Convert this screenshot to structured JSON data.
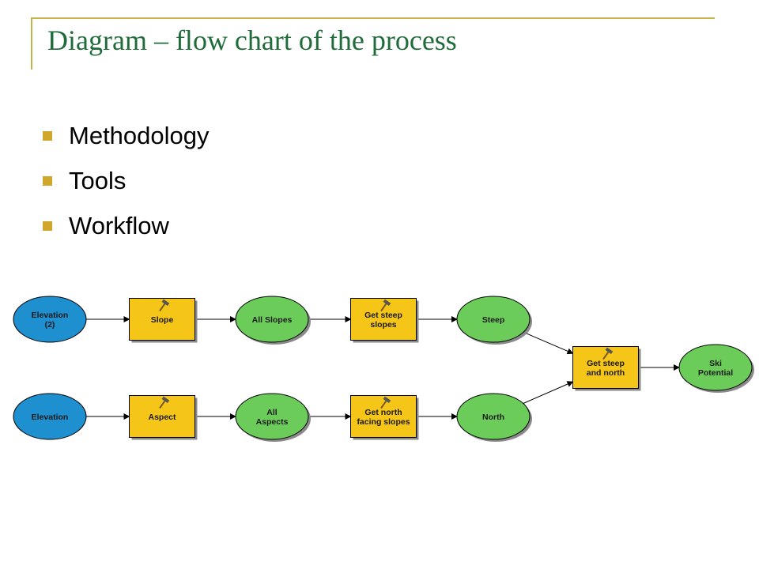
{
  "slide": {
    "title": "Diagram – flow chart of the process",
    "bullets": [
      "Methodology",
      "Tools",
      "Workflow"
    ]
  },
  "colors": {
    "title": "#1f6b3a",
    "accent": "#c9b24a",
    "bullet": "#cfa72a",
    "input_data": "#1e90d0",
    "tool": "#f5c518",
    "derived_data": "#6ccc5a"
  },
  "diagram": {
    "nodes": [
      {
        "id": "elevation2",
        "kind": "input",
        "lines": [
          "Elevation",
          "(2)"
        ]
      },
      {
        "id": "slope",
        "kind": "tool",
        "lines": [
          "Slope"
        ]
      },
      {
        "id": "all_slopes",
        "kind": "data",
        "lines": [
          "All Slopes"
        ]
      },
      {
        "id": "get_steep",
        "kind": "tool",
        "lines": [
          "Get steep",
          "slopes"
        ]
      },
      {
        "id": "steep",
        "kind": "data",
        "lines": [
          "Steep"
        ]
      },
      {
        "id": "elevation",
        "kind": "input",
        "lines": [
          "Elevation"
        ]
      },
      {
        "id": "aspect",
        "kind": "tool",
        "lines": [
          "Aspect"
        ]
      },
      {
        "id": "all_aspects",
        "kind": "data",
        "lines": [
          "All",
          "Aspects"
        ]
      },
      {
        "id": "get_north",
        "kind": "tool",
        "lines": [
          "Get north",
          "facing slopes"
        ]
      },
      {
        "id": "north",
        "kind": "data",
        "lines": [
          "North"
        ]
      },
      {
        "id": "get_steep_north",
        "kind": "tool",
        "lines": [
          "Get steep",
          "and north"
        ]
      },
      {
        "id": "ski_potential",
        "kind": "data",
        "lines": [
          "Ski",
          "Potential"
        ]
      }
    ],
    "edges": [
      [
        "elevation2",
        "slope"
      ],
      [
        "slope",
        "all_slopes"
      ],
      [
        "all_slopes",
        "get_steep"
      ],
      [
        "get_steep",
        "steep"
      ],
      [
        "steep",
        "get_steep_north"
      ],
      [
        "elevation",
        "aspect"
      ],
      [
        "aspect",
        "all_aspects"
      ],
      [
        "all_aspects",
        "get_north"
      ],
      [
        "get_north",
        "north"
      ],
      [
        "north",
        "get_steep_north"
      ],
      [
        "get_steep_north",
        "ski_potential"
      ]
    ]
  }
}
